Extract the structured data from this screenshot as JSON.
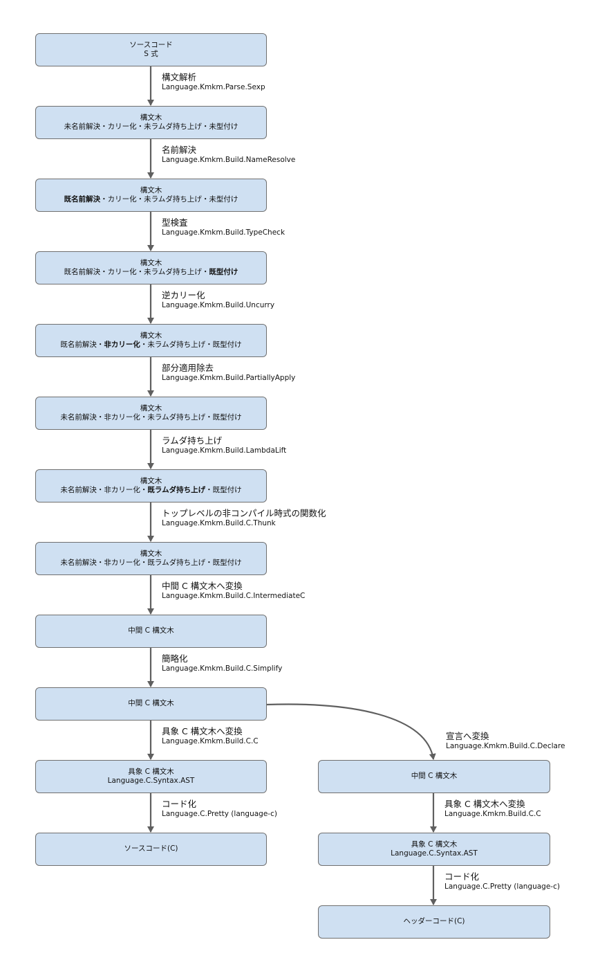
{
  "nodes": [
    {
      "id": "n1",
      "lines": [
        [
          {
            "t": "ソースコード"
          }
        ],
        [
          {
            "t": "S 式"
          }
        ]
      ]
    },
    {
      "id": "n2",
      "lines": [
        [
          {
            "t": "構文木"
          }
        ],
        [
          {
            "t": "未名前解決・カリー化・未ラムダ持ち上げ・未型付け"
          }
        ]
      ]
    },
    {
      "id": "n3",
      "lines": [
        [
          {
            "t": "構文木"
          }
        ],
        [
          {
            "t": "既名前解決",
            "b": true
          },
          {
            "t": "・カリー化・未ラムダ持ち上げ・未型付け"
          }
        ]
      ]
    },
    {
      "id": "n4",
      "lines": [
        [
          {
            "t": "構文木"
          }
        ],
        [
          {
            "t": "既名前解決・カリー化・未ラムダ持ち上げ・"
          },
          {
            "t": "既型付け",
            "b": true
          }
        ]
      ]
    },
    {
      "id": "n5",
      "lines": [
        [
          {
            "t": "構文木"
          }
        ],
        [
          {
            "t": "既名前解決・"
          },
          {
            "t": "非カリー化",
            "b": true
          },
          {
            "t": "・未ラムダ持ち上げ・既型付け"
          }
        ]
      ]
    },
    {
      "id": "n6",
      "lines": [
        [
          {
            "t": "構文木"
          }
        ],
        [
          {
            "t": "未名前解決・非カリー化・未ラムダ持ち上げ・既型付け"
          }
        ]
      ]
    },
    {
      "id": "n7",
      "lines": [
        [
          {
            "t": "構文木"
          }
        ],
        [
          {
            "t": "未名前解決・非カリー化・"
          },
          {
            "t": "既ラムダ持ち上げ",
            "b": true
          },
          {
            "t": "・既型付け"
          }
        ]
      ]
    },
    {
      "id": "n8",
      "lines": [
        [
          {
            "t": "構文木"
          }
        ],
        [
          {
            "t": "未名前解決・非カリー化・既ラムダ持ち上げ・既型付け"
          }
        ]
      ]
    },
    {
      "id": "n9",
      "lines": [
        [
          {
            "t": "中間 C 構文木"
          }
        ]
      ]
    },
    {
      "id": "n10",
      "lines": [
        [
          {
            "t": "中間 C 構文木"
          }
        ]
      ]
    },
    {
      "id": "n11",
      "lines": [
        [
          {
            "t": "具象 C 構文木"
          }
        ],
        [
          {
            "t": "Language.C.Syntax.AST"
          }
        ]
      ]
    },
    {
      "id": "n12",
      "lines": [
        [
          {
            "t": "ソースコード(C)"
          }
        ]
      ]
    },
    {
      "id": "n13",
      "lines": [
        [
          {
            "t": "中間 C 構文木"
          }
        ]
      ]
    },
    {
      "id": "n14",
      "lines": [
        [
          {
            "t": "具象 C 構文木"
          }
        ],
        [
          {
            "t": "Language.C.Syntax.AST"
          }
        ]
      ]
    },
    {
      "id": "n15",
      "lines": [
        [
          {
            "t": "ヘッダーコード(C)"
          }
        ]
      ]
    }
  ],
  "edges": [
    {
      "from": "n1",
      "to": "n2",
      "title": "構文解析",
      "module": "Language.Kmkm.Parse.Sexp"
    },
    {
      "from": "n2",
      "to": "n3",
      "title": "名前解決",
      "module": "Language.Kmkm.Build.NameResolve"
    },
    {
      "from": "n3",
      "to": "n4",
      "title": "型検査",
      "module": "Language.Kmkm.Build.TypeCheck"
    },
    {
      "from": "n4",
      "to": "n5",
      "title": "逆カリー化",
      "module": "Language.Kmkm.Build.Uncurry"
    },
    {
      "from": "n5",
      "to": "n6",
      "title": "部分適用除去",
      "module": "Language.Kmkm.Build.PartiallyApply"
    },
    {
      "from": "n6",
      "to": "n7",
      "title": "ラムダ持ち上げ",
      "module": "Language.Kmkm.Build.LambdaLift"
    },
    {
      "from": "n7",
      "to": "n8",
      "title": "トップレベルの非コンパイル時式の関数化",
      "module": "Language.Kmkm.Build.C.Thunk"
    },
    {
      "from": "n8",
      "to": "n9",
      "title": "中間 C 構文木へ変換",
      "module": "Language.Kmkm.Build.C.IntermediateC"
    },
    {
      "from": "n9",
      "to": "n10",
      "title": "簡略化",
      "module": "Language.Kmkm.Build.C.Simplify"
    },
    {
      "from": "n10",
      "to": "n11",
      "title": "具象 C 構文木へ変換",
      "module": "Language.Kmkm.Build.C.C"
    },
    {
      "from": "n11",
      "to": "n12",
      "title": "コード化",
      "module": "Language.C.Pretty (language-c)"
    },
    {
      "from": "n10",
      "to": "n13",
      "title": "宣言へ変換",
      "module": "Language.Kmkm.Build.C.Declare"
    },
    {
      "from": "n13",
      "to": "n14",
      "title": "具象 C 構文木へ変換",
      "module": "Language.Kmkm.Build.C.C"
    },
    {
      "from": "n14",
      "to": "n15",
      "title": "コード化",
      "module": "Language.C.Pretty (language-c)"
    }
  ]
}
